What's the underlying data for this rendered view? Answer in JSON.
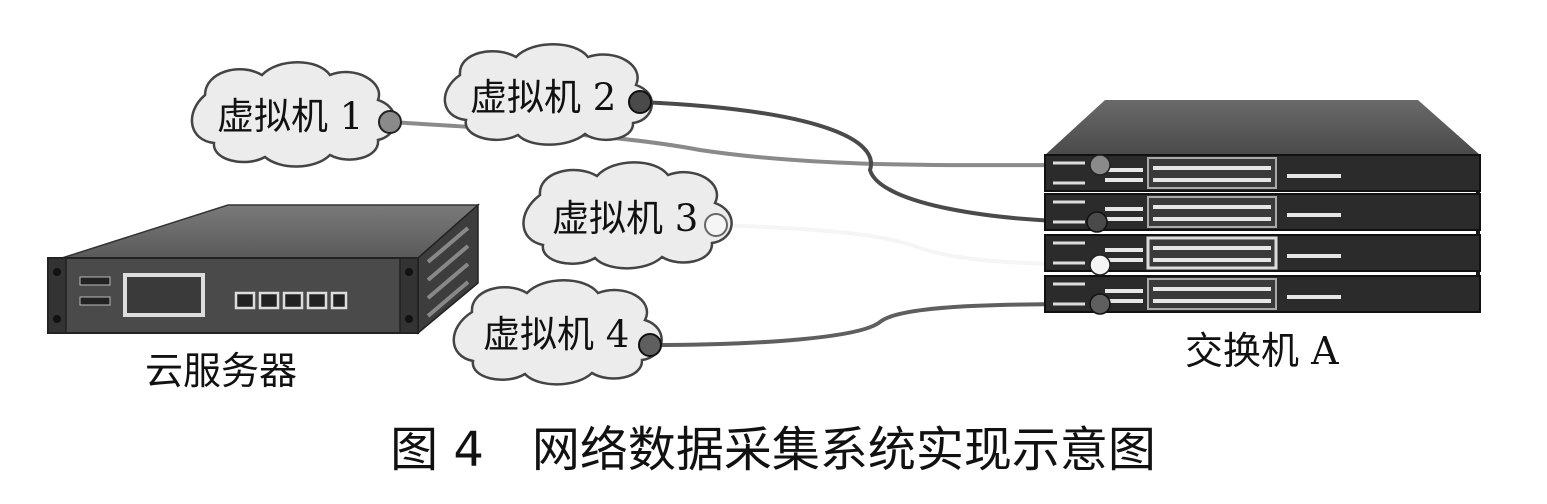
{
  "virtual_machines": [
    {
      "label": "虚拟机 1",
      "connector_color": "#8a8a8a"
    },
    {
      "label": "虚拟机 2",
      "connector_color": "#555555"
    },
    {
      "label": "虚拟机 3",
      "connector_color": "#f2f2f2"
    },
    {
      "label": "虚拟机 4",
      "connector_color": "#666666"
    }
  ],
  "cloud_server": {
    "label": "云服务器"
  },
  "switch": {
    "label": "交换机 A",
    "units": 4
  },
  "caption": "图 4　网络数据采集系统实现示意图",
  "colors": {
    "cloud_fill": "#ececec",
    "cloud_stroke": "#444444",
    "device_dark": "#2b2b2b",
    "device_top": "#555555",
    "port": "#e6e6e6"
  }
}
